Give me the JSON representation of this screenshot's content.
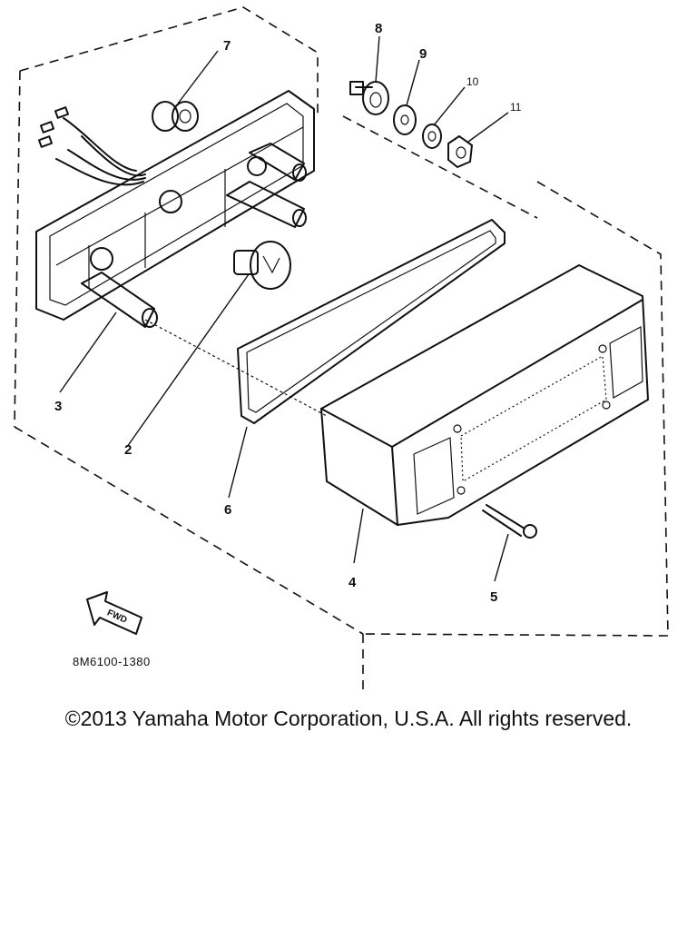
{
  "diagram": {
    "part_labels": {
      "p1": "2",
      "p2": "3",
      "p3": "4",
      "p4": "5",
      "p5": "6",
      "p6": "7",
      "p7": "8",
      "p8": "9",
      "p9": "10",
      "p10": "11"
    },
    "fwd_label": "FWD",
    "diagram_code": "8M6100-1380"
  },
  "footer": {
    "copyright": "©2013 Yamaha Motor Corporation, U.S.A. All rights reserved."
  }
}
